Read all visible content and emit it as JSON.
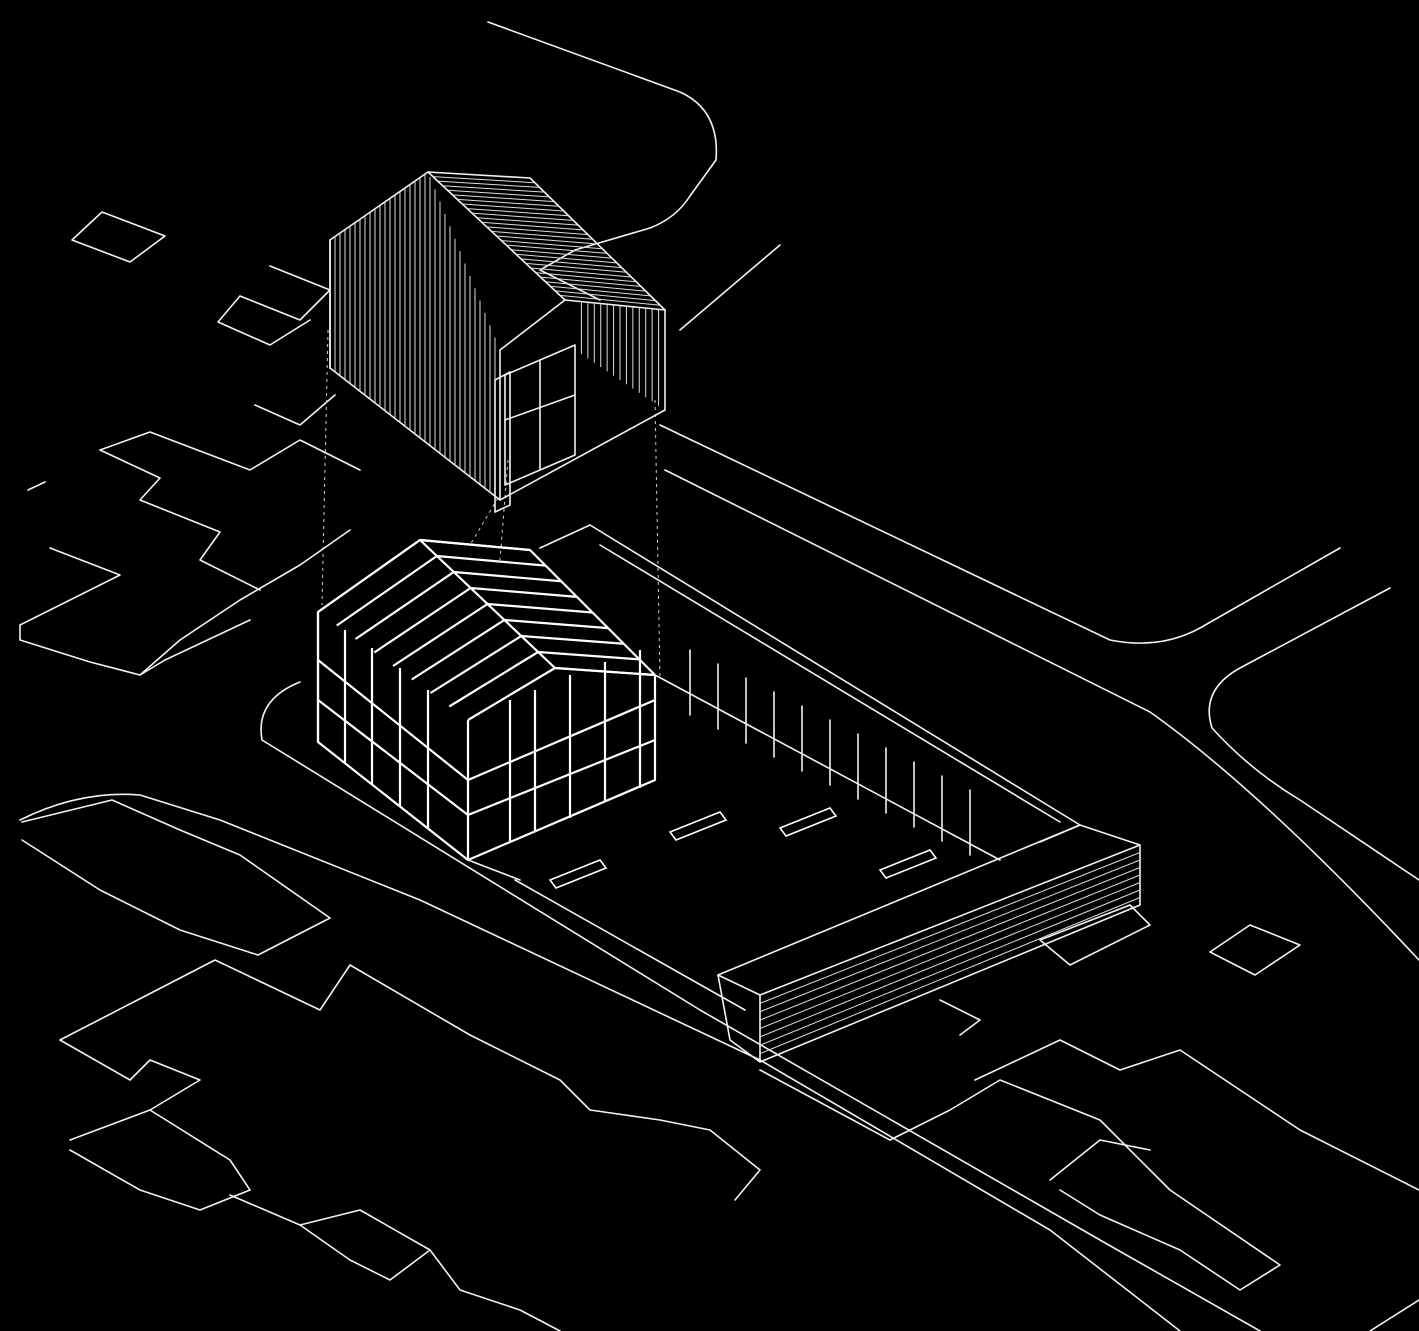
{
  "drawing": {
    "type": "exploded axonometric site drawing",
    "background_color": "#000000",
    "line_color": "#ffffff",
    "components": [
      "street-and-block-outlines",
      "neighbouring-building-footprints",
      "timber-clad-gable-envelope",
      "structural-frame",
      "courtyard-with-benches",
      "colonnade",
      "boundary-wall",
      "projection-lines"
    ]
  }
}
